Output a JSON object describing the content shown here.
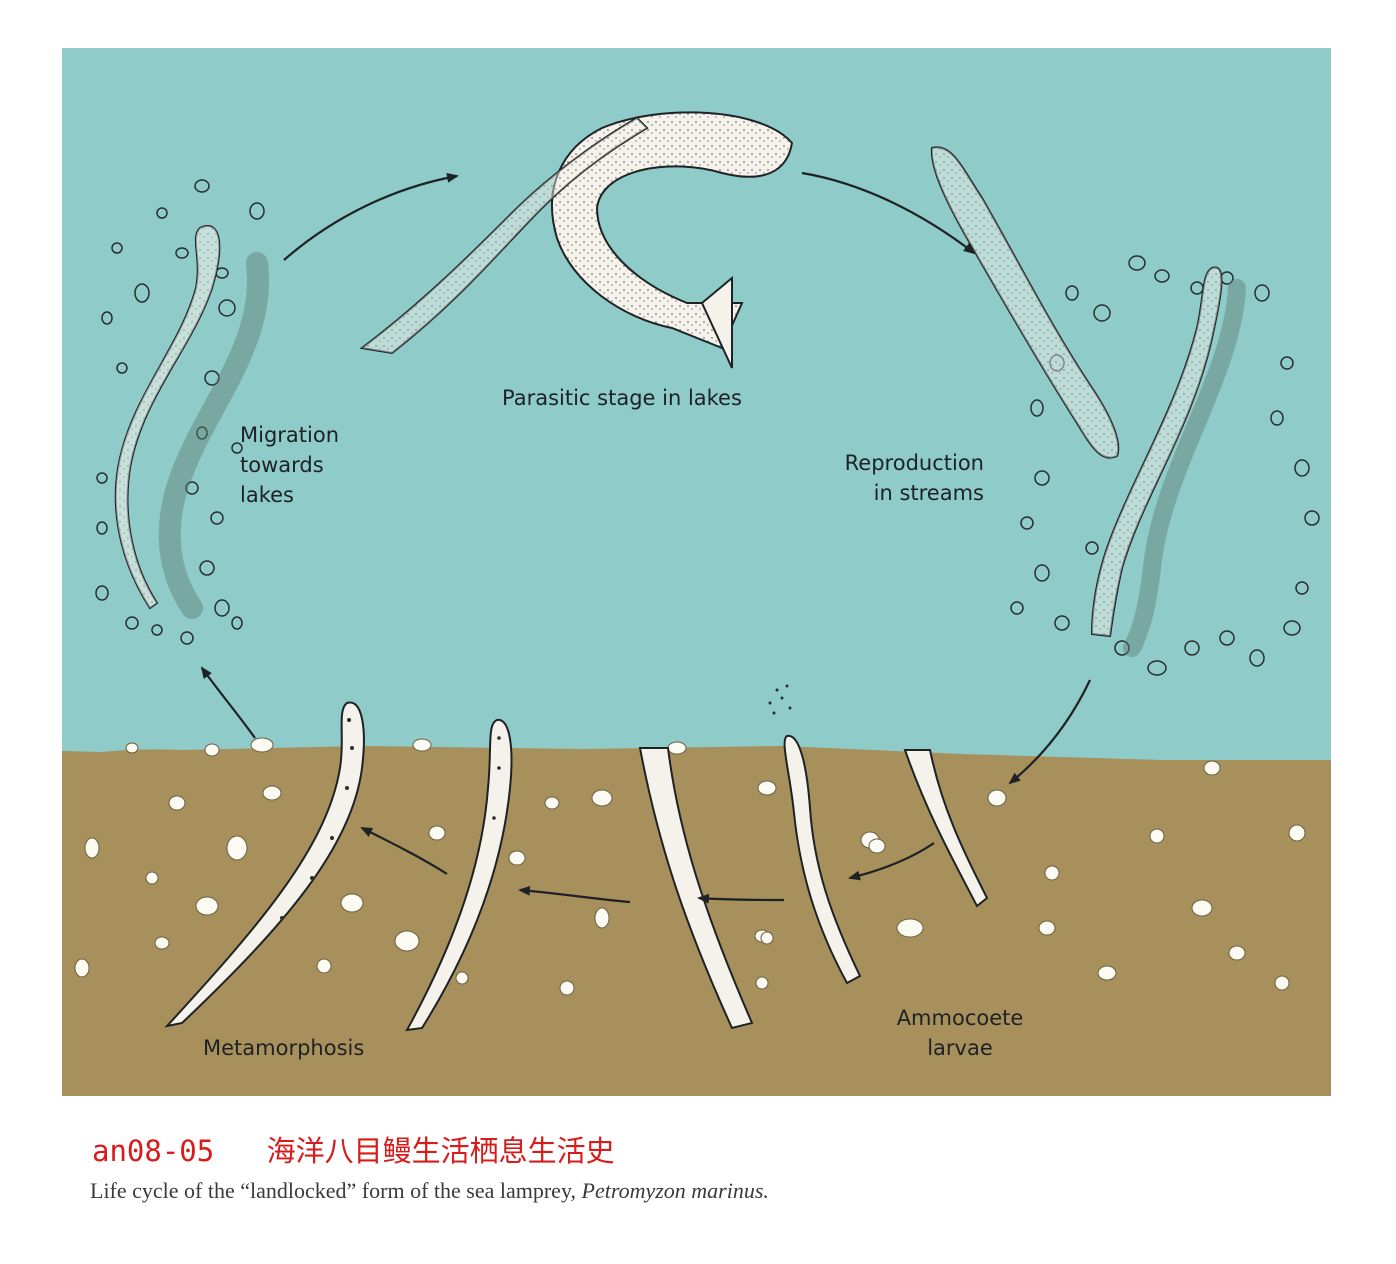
{
  "figure": {
    "colors": {
      "water": "#8ecbc9",
      "sediment": "#a7905c",
      "ink": "#1e2224",
      "body": "#f4f2ea"
    },
    "labels": {
      "parasitic": "Parasitic stage in lakes",
      "migration": "Migration\ntowards\nlakes",
      "reproduction": "Reproduction\nin streams",
      "ammocoete": "Ammocoete\nlarvae",
      "metamorphosis": "Metamorphosis"
    }
  },
  "caption": {
    "code": "an08-05",
    "chinese_title": "海洋八目鳗生活栖息生活史",
    "english_prefix": "Life cycle of the “landlocked” form of the sea lamprey,",
    "species": "Petromyzon marinus."
  }
}
